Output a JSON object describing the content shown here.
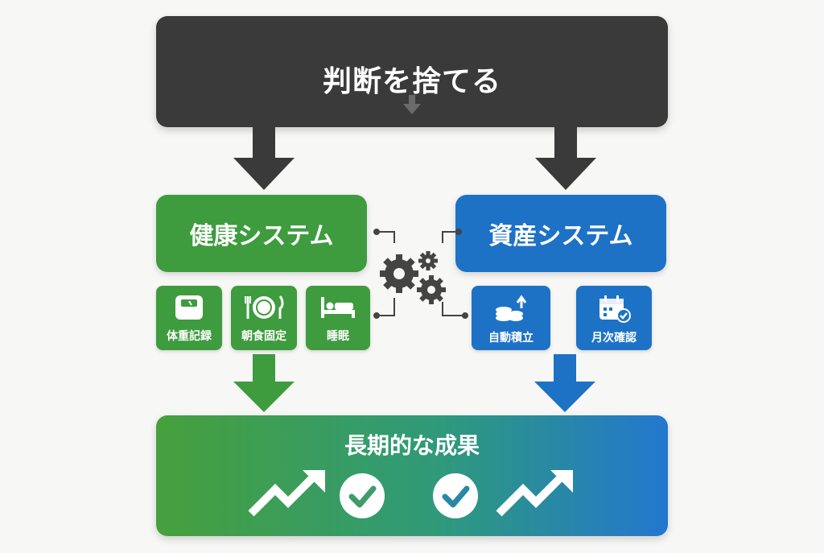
{
  "top": {
    "title": "判断を捨てる"
  },
  "health": {
    "title": "健康システム",
    "items": [
      {
        "label": "体重記録",
        "icon": "scale-icon"
      },
      {
        "label": "朝食固定",
        "icon": "plate-cutlery-icon"
      },
      {
        "label": "睡眠",
        "icon": "bed-icon"
      }
    ]
  },
  "assets": {
    "title": "資産システム",
    "items": [
      {
        "label": "自動積立",
        "icon": "coins-up-icon"
      },
      {
        "label": "月次確認",
        "icon": "calendar-check-icon"
      }
    ]
  },
  "result": {
    "title": "長期的な成果"
  },
  "colors": {
    "dark": "#3a3a3a",
    "green": "#3e9c3f",
    "blue": "#1d72c6",
    "arrow_dark": "#3a3a3a",
    "gear": "#444444"
  }
}
